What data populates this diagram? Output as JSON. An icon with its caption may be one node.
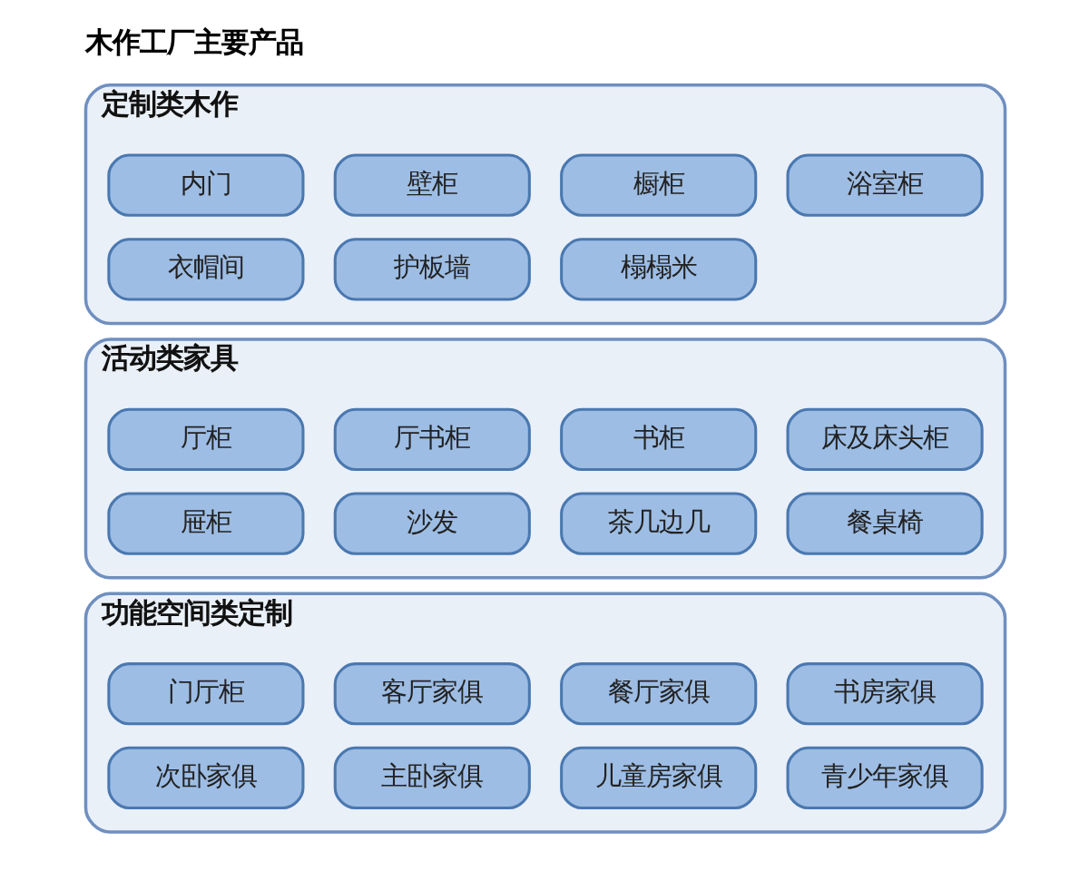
{
  "diagram": {
    "title": "木作工厂主要产品",
    "nodes": [
      {
        "text": [
          "定制类木作"
        ]
      },
      {
        "text": [
          "内门"
        ],
        "in": 0
      },
      {
        "text": [
          "壁柜"
        ],
        "in": 0
      },
      {
        "text": [
          "橱柜"
        ],
        "in": 0
      },
      {
        "text": [
          "浴室柜"
        ],
        "in": 0
      },
      {
        "text": [
          "衣帽间"
        ],
        "in": 0
      },
      {
        "text": [
          "护板墙"
        ],
        "in": 0
      },
      {
        "text": [
          "榻榻米"
        ],
        "in": 0
      },
      {
        "text": [
          "活动类家具"
        ]
      },
      {
        "text": [
          "厅柜"
        ],
        "in": 8
      },
      {
        "text": [
          "厅书柜"
        ],
        "in": 8
      },
      {
        "text": [
          "书柜"
        ],
        "in": 8
      },
      {
        "text": [
          "床及床头柜"
        ],
        "in": 8
      },
      {
        "text": [
          "屉柜"
        ],
        "in": 8
      },
      {
        "text": [
          "沙发"
        ],
        "in": 8
      },
      {
        "text": [
          "茶几边几"
        ],
        "in": 8
      },
      {
        "text": [
          "餐桌椅"
        ],
        "in": 8
      },
      {
        "text": [
          "功能空间类定制"
        ]
      },
      {
        "text": [
          "门厅柜"
        ],
        "in": 17
      },
      {
        "text": [
          "客厅家俱"
        ],
        "in": 17
      },
      {
        "text": [
          "餐厅家俱"
        ],
        "in": 17
      },
      {
        "text": [
          "书房家俱"
        ],
        "in": 17
      },
      {
        "text": [
          "次卧家俱"
        ],
        "in": 17
      },
      {
        "text": [
          "主卧家俱"
        ],
        "in": 17
      },
      {
        "text": [
          "儿童房家俱"
        ],
        "in": 17
      },
      {
        "text": [
          "青少年家俱"
        ],
        "in": 17
      }
    ]
  }
}
